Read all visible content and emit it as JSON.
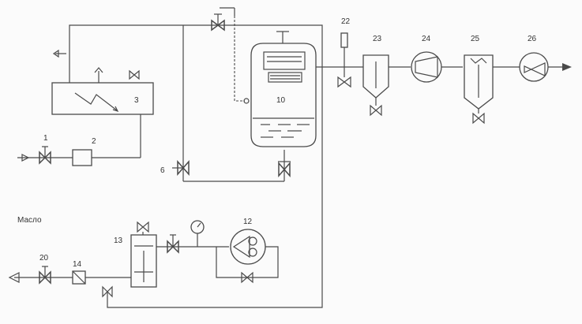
{
  "labels": {
    "n1": "1",
    "n2": "2",
    "n3": "3",
    "n6": "6",
    "n10": "10",
    "n12": "12",
    "n13": "13",
    "n14": "14",
    "n20": "20",
    "n22": "22",
    "n23": "23",
    "n24": "24",
    "n25": "25",
    "n26": "26",
    "side_text": "Масло"
  },
  "colors": {
    "line": "#4a4a4a",
    "background": "#fbfbfb"
  }
}
